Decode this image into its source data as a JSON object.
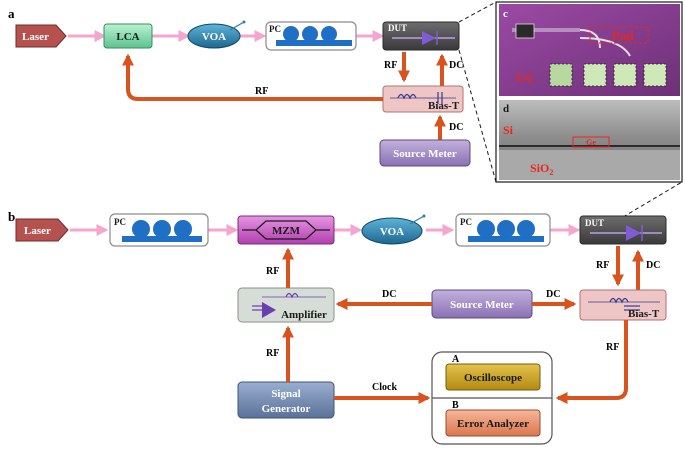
{
  "panels": {
    "a": "a",
    "b": "b",
    "c": "c",
    "d": "d"
  },
  "a": {
    "laser": "Laser",
    "lca": "LCA",
    "voa": "VOA",
    "pc": "PC",
    "dut": "DUT",
    "bias_t": "Bias-T",
    "source_meter": "Source Meter",
    "rf_down": "RF",
    "dc_up": "DC",
    "dc_source": "DC",
    "rf_feedback": "RF"
  },
  "c": {
    "pad": "Pad",
    "gc": "GC"
  },
  "d": {
    "si": "Si",
    "ge": "Ge",
    "sio2": "SiO",
    "sio2_sub": "2"
  },
  "b": {
    "laser": "Laser",
    "pc1": "PC",
    "mzm": "MZM",
    "voa": "VOA",
    "pc2": "PC",
    "dut": "DUT",
    "amplifier": "Amplifier",
    "source_meter": "Source Meter",
    "bias_t": "Bias-T",
    "signal_generator_line1": "Signal",
    "signal_generator_line2": "Generator",
    "oscilloscope": "Oscilloscope",
    "error_analyzer": "Error Analyzer",
    "opt_a": "A",
    "opt_b": "B",
    "rf_amp_to_mzm": "RF",
    "rf_gen_to_amp": "RF",
    "dc_to_amp": "DC",
    "dc_to_biast": "DC",
    "rf_dut_down": "RF",
    "dc_dut_up": "DC",
    "rf_to_scope": "RF",
    "clock": "Clock"
  },
  "colors": {
    "laser": "#b5524f",
    "lca": "#7fd6a8",
    "voa": "#2b7fa8",
    "pc_blue": "#1f6fc4",
    "dut": "#4f4f4f",
    "bias_t": "#efc6c6",
    "source_meter": "#9e86c2",
    "mzm": "#c44fc0",
    "amplifier": "#d6dcd6",
    "signal_generator": "#7088ad",
    "oscilloscope": "#c9a022",
    "error_analyzer": "#e48f6c",
    "rf_arrow": "#d9531e",
    "optical_arrow": "#f4a6cf",
    "chip_bg": "#8a3f96",
    "pad_label": "#e8261e"
  }
}
